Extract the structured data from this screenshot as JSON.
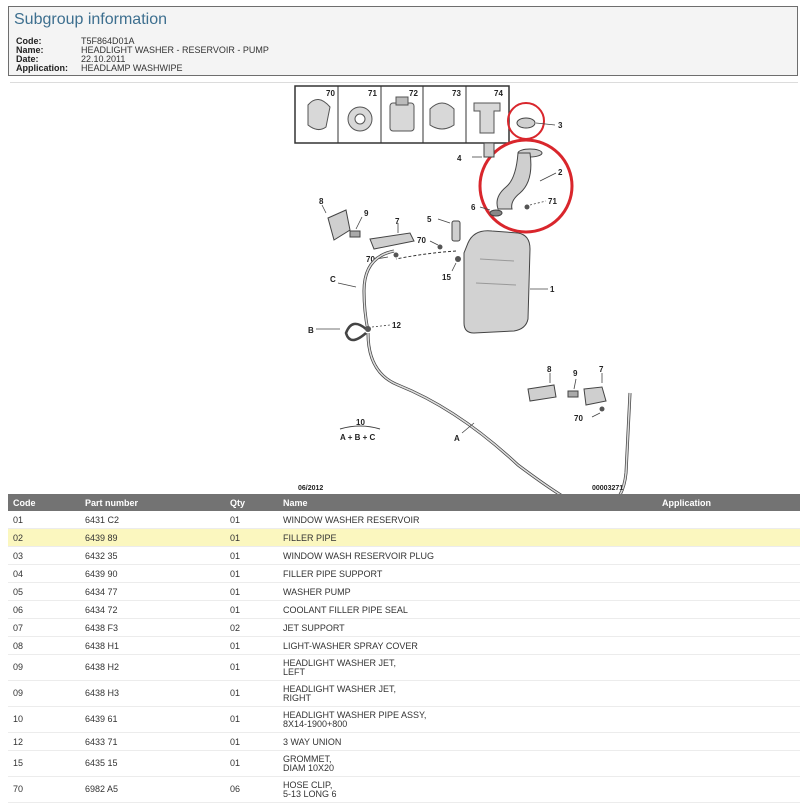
{
  "page_title": "Subgroup information",
  "meta": [
    {
      "key": "Code:",
      "value": "T5F864D01A"
    },
    {
      "key": "Name:",
      "value": "HEADLIGHT WASHER - RESERVOIR - PUMP"
    },
    {
      "key": "Date:",
      "value": "22.10.2011"
    },
    {
      "key": "Application:",
      "value": "HEADLAMP WASHWIPE"
    }
  ],
  "diagram": {
    "thumb_labels": [
      "70",
      "71",
      "72",
      "73",
      "74"
    ],
    "callouts": {
      "n1": "1",
      "n2": "2",
      "n3": "3",
      "n4": "4",
      "n5": "5",
      "n6": "6",
      "n7": "7",
      "n8": "8",
      "n9": "9",
      "n12": "12",
      "n15": "15",
      "n70a": "70",
      "n70b": "70",
      "n70c": "70",
      "n71a": "71",
      "n7b": "7",
      "n8b": "8",
      "n9b": "9",
      "A": "A",
      "B": "B",
      "C": "C",
      "n10": "10",
      "abc": "A + B + C"
    },
    "date_code": "06/2012",
    "image_code": "00003271",
    "highlight_color": "#d9262c"
  },
  "table": {
    "headers": [
      "Code",
      "Part number",
      "Qty",
      "Name",
      "Application"
    ],
    "rows": [
      {
        "code": "01",
        "part": "6431 C2",
        "qty": "01",
        "name": "WINDOW WASHER RESERVOIR",
        "app": ""
      },
      {
        "code": "02",
        "part": "6439 89",
        "qty": "01",
        "name": "FILLER PIPE",
        "app": ""
      },
      {
        "code": "03",
        "part": "6432 35",
        "qty": "01",
        "name": "WINDOW WASH RESERVOIR PLUG",
        "app": ""
      },
      {
        "code": "04",
        "part": "6439 90",
        "qty": "01",
        "name": "FILLER PIPE SUPPORT",
        "app": ""
      },
      {
        "code": "05",
        "part": "6434 77",
        "qty": "01",
        "name": "WASHER PUMP",
        "app": ""
      },
      {
        "code": "06",
        "part": "6434 72",
        "qty": "01",
        "name": "COOLANT FILLER PIPE SEAL",
        "app": ""
      },
      {
        "code": "07",
        "part": "6438 F3",
        "qty": "02",
        "name": "JET SUPPORT",
        "app": ""
      },
      {
        "code": "08",
        "part": "6438 H1",
        "qty": "01",
        "name": "LIGHT-WASHER SPRAY COVER",
        "app": ""
      },
      {
        "code": "09",
        "part": "6438 H2",
        "qty": "01",
        "name": "HEADLIGHT WASHER JET,\nLEFT",
        "app": ""
      },
      {
        "code": "09",
        "part": "6438 H3",
        "qty": "01",
        "name": "HEADLIGHT WASHER JET,\nRIGHT",
        "app": ""
      },
      {
        "code": "10",
        "part": "6439 61",
        "qty": "01",
        "name": "HEADLIGHT WASHER PIPE ASSY,\n8X14-1900+800",
        "app": ""
      },
      {
        "code": "12",
        "part": "6433 71",
        "qty": "01",
        "name": "3 WAY UNION",
        "app": ""
      },
      {
        "code": "15",
        "part": "6435 15",
        "qty": "01",
        "name": "GROMMET,\nDIAM 10X20",
        "app": ""
      },
      {
        "code": "70",
        "part": "6982 A5",
        "qty": "06",
        "name": "HOSE CLIP,\n5-13 LONG 6",
        "app": ""
      }
    ],
    "highlighted_row": 1,
    "highlight_color": "#fbf7bf"
  }
}
